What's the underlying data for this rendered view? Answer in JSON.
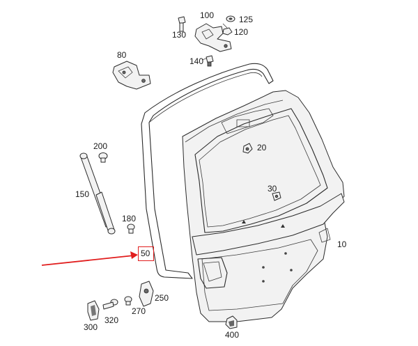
{
  "labels": {
    "p10": "10",
    "p20": "20",
    "p30": "30",
    "p50": "50",
    "p80": "80",
    "p100": "100",
    "p120": "120",
    "p125": "125",
    "p130": "130",
    "p140": "140",
    "p150": "150",
    "p180": "180",
    "p200": "200",
    "p250": "250",
    "p270": "270",
    "p300": "300",
    "p320": "320",
    "p400": "400"
  },
  "highlight": {
    "color": "#e11d1d"
  }
}
